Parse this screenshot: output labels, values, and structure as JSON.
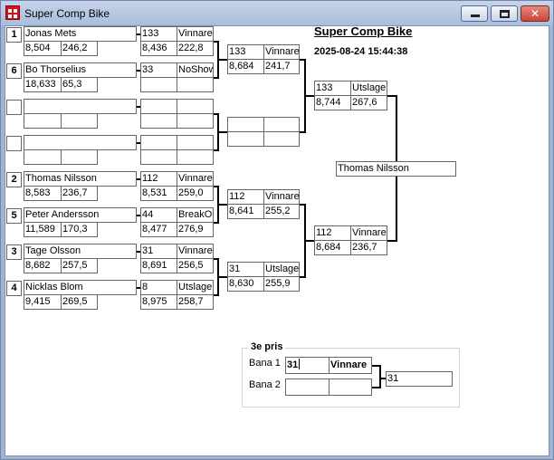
{
  "window": {
    "title": "Super Comp Bike"
  },
  "header": {
    "title": "Super Comp Bike",
    "datetime": "2025-08-24 15:44:38"
  },
  "round1": [
    {
      "seed": "1",
      "name": "Jonas Mets",
      "time": "8,504",
      "speed": "246,2"
    },
    {
      "seed": "6",
      "name": "Bo Thorselius",
      "time": "18,633",
      "speed": "65,3"
    },
    {
      "seed": "",
      "name": "",
      "time": "",
      "speed": ""
    },
    {
      "seed": "",
      "name": "",
      "time": "",
      "speed": ""
    },
    {
      "seed": "2",
      "name": "Thomas Nilsson",
      "time": "8,583",
      "speed": "236,7"
    },
    {
      "seed": "5",
      "name": "Peter Andersson",
      "time": "11,589",
      "speed": "170,3"
    },
    {
      "seed": "3",
      "name": "Tage Olsson",
      "time": "8,682",
      "speed": "257,5"
    },
    {
      "seed": "4",
      "name": "Nicklas Blom",
      "time": "9,415",
      "speed": "269,5"
    }
  ],
  "round2": [
    {
      "num": "133",
      "result": "Vinnare",
      "time": "8,436",
      "speed": "222,8"
    },
    {
      "num": "33",
      "result": "NoShow",
      "time": "",
      "speed": ""
    },
    {
      "num": "",
      "result": "",
      "time": "",
      "speed": ""
    },
    {
      "num": "",
      "result": "",
      "time": "",
      "speed": ""
    },
    {
      "num": "112",
      "result": "Vinnare",
      "time": "8,531",
      "speed": "259,0"
    },
    {
      "num": "44",
      "result": "BreakOut",
      "time": "8,477",
      "speed": "276,9"
    },
    {
      "num": "31",
      "result": "Vinnare",
      "time": "8,691",
      "speed": "256,5"
    },
    {
      "num": "8",
      "result": "Utslagen",
      "time": "8,975",
      "speed": "258,7"
    }
  ],
  "round3": [
    {
      "num": "133",
      "result": "Vinnare",
      "time": "8,684",
      "speed": "241,7"
    },
    {
      "num": "",
      "result": "",
      "time": "",
      "speed": ""
    },
    {
      "num": "112",
      "result": "Vinnare",
      "time": "8,641",
      "speed": "255,2"
    },
    {
      "num": "31",
      "result": "Utslagen",
      "time": "8,630",
      "speed": "255,9"
    }
  ],
  "semifinal": [
    {
      "num": "133",
      "result": "Utslagen",
      "time": "8,744",
      "speed": "267,6"
    },
    {
      "num": "112",
      "result": "Vinnare",
      "time": "8,684",
      "speed": "236,7"
    }
  ],
  "winner": {
    "name": "Thomas Nilsson"
  },
  "third_place": {
    "title": "3e pris",
    "lane1_label": "Bana 1",
    "lane2_label": "Bana 2",
    "lane1_num": "31",
    "lane1_result": "Vinnare",
    "lane2_num": "",
    "lane2_result": "",
    "result": "31"
  }
}
